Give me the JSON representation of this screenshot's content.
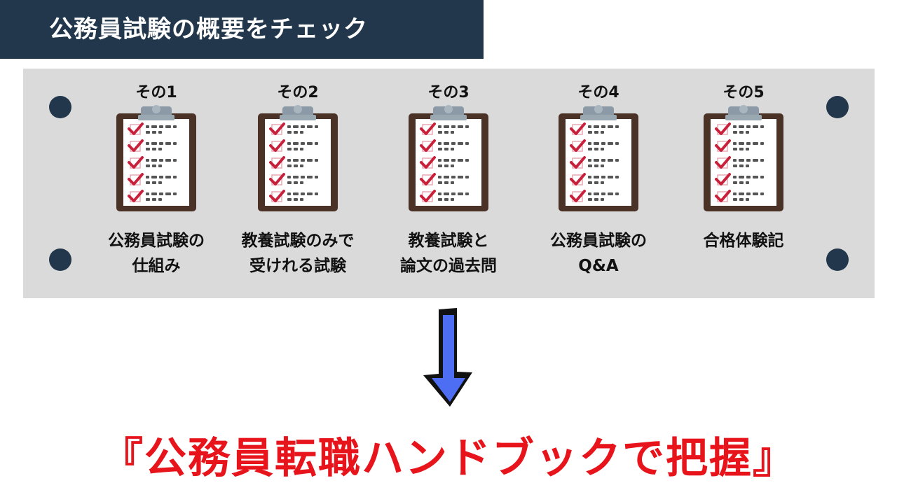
{
  "title": "公務員試験の概要をチェック",
  "items": [
    {
      "number": "その1",
      "label_line1": "公務員試験の",
      "label_line2": "仕組み"
    },
    {
      "number": "その2",
      "label_line1": "教養試験のみで",
      "label_line2": "受けれる試験"
    },
    {
      "number": "その3",
      "label_line1": "教養試験と",
      "label_line2": "論文の過去問"
    },
    {
      "number": "その4",
      "label_line1": "公務員試験の",
      "label_line2": "Q&A"
    },
    {
      "number": "その5",
      "label_line1": "合格体験記",
      "label_line2": ""
    }
  ],
  "cta": "『公務員転職ハンドブックで把握』",
  "colors": {
    "navy": "#22374b",
    "panel_gray": "#dadada",
    "cta_red": "#e8141b",
    "arrow_blue": "#4d6df2",
    "clipboard_brown": "#4a3326",
    "check_red": "#c8203a"
  },
  "icons": [
    "clipboard-checklist-icon",
    "down-arrow-icon"
  ]
}
